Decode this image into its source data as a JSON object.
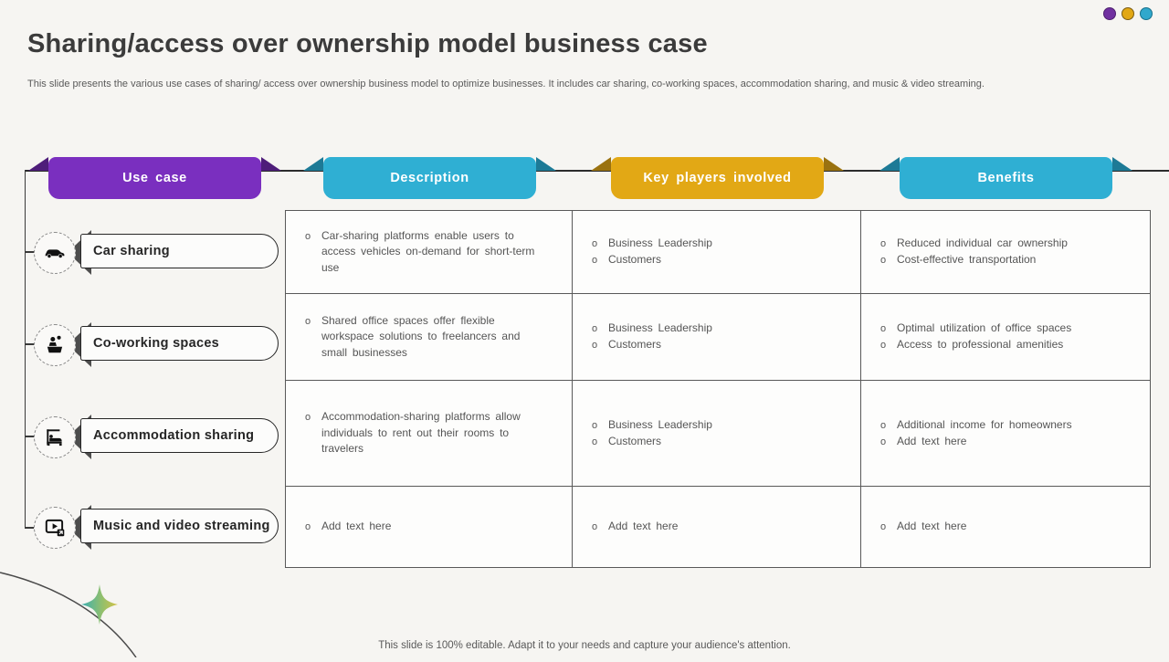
{
  "slide": {
    "title": "Sharing/access over ownership model business case",
    "subtitle": "This slide presents the various use cases of sharing/ access over ownership business model to optimize businesses. It includes car sharing, co-working spaces, accommodation sharing, and music & video streaming.",
    "footer": "This slide is 100% editable. Adapt it to your needs and capture your audience's attention."
  },
  "decor": {
    "dots": [
      {
        "name": "dot-purple",
        "color": "#7030A0"
      },
      {
        "name": "dot-gold",
        "color": "#E2A815"
      },
      {
        "name": "dot-blue",
        "color": "#31A8CC"
      }
    ],
    "sparkle_gradient": [
      "#3BAFB2",
      "#8FBF6E",
      "#D4C247"
    ],
    "line_color": "#3a3a3a"
  },
  "table": {
    "headers": [
      {
        "label": "Use case",
        "color": "#7A2FBF",
        "fold_color": "#4E1D7A"
      },
      {
        "label": "Description",
        "color": "#2FAFD3",
        "fold_color": "#1D7A96"
      },
      {
        "label": "Key players involved",
        "color": "#E2A815",
        "fold_color": "#9A7210"
      },
      {
        "label": "Benefits",
        "color": "#2FAFD3",
        "fold_color": "#1D7A96"
      }
    ],
    "rows": [
      {
        "use_case": "Car sharing",
        "icon": "car-icon",
        "description": [
          "Car-sharing platforms enable users to access vehicles on-demand for short-term use"
        ],
        "key_players": [
          "Business Leadership",
          "Customers"
        ],
        "benefits": [
          "Reduced individual car ownership",
          "Cost-effective transportation"
        ]
      },
      {
        "use_case": "Co-working spaces",
        "icon": "coworking-desk-icon",
        "description": [
          "Shared office spaces offer flexible workspace solutions to freelancers and small businesses"
        ],
        "key_players": [
          "Business Leadership",
          "Customers"
        ],
        "benefits": [
          "Optimal utilization of office spaces",
          "Access to professional amenities"
        ]
      },
      {
        "use_case": "Accommodation sharing",
        "icon": "bed-icon",
        "description": [
          "Accommodation-sharing platforms allow individuals to rent out their rooms to travelers"
        ],
        "key_players": [
          "Business Leadership",
          "Customers"
        ],
        "benefits": [
          "Additional income for homeowners",
          "Add text here"
        ]
      },
      {
        "use_case": "Music and video streaming",
        "icon": "video-stream-icon",
        "description": [
          "Add text here"
        ],
        "key_players": [
          "Add text here"
        ],
        "benefits": [
          "Add text here"
        ]
      }
    ]
  }
}
